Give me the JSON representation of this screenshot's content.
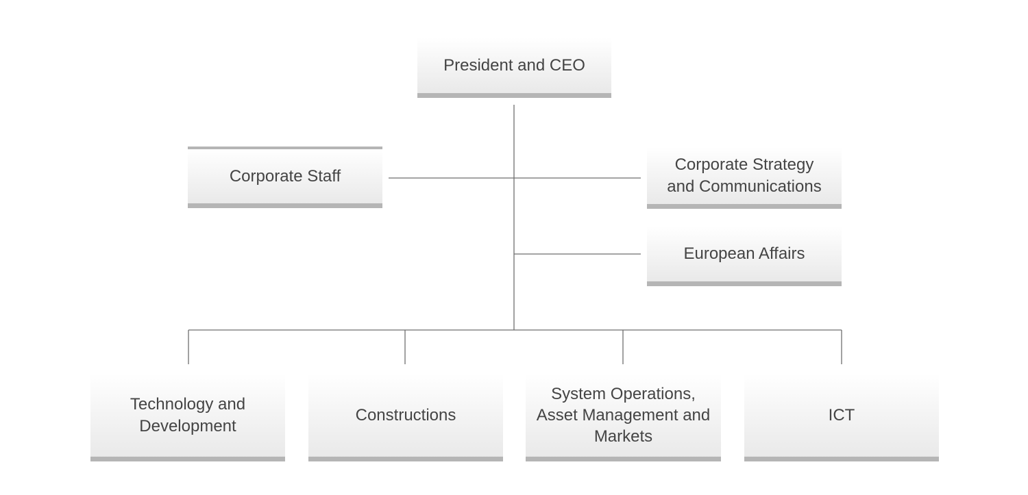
{
  "org_chart": {
    "ceo": {
      "label": "President and CEO"
    },
    "corporate_staff": {
      "label": "Corporate Staff"
    },
    "corporate_strategy": {
      "label": "Corporate Strategy\nand Communications"
    },
    "european_affairs": {
      "label": "European Affairs"
    },
    "divisions": [
      {
        "label": "Technology and\nDevelopment"
      },
      {
        "label": "Constructions"
      },
      {
        "label": "System Operations,\nAsset Management and\nMarkets"
      },
      {
        "label": "ICT"
      }
    ]
  },
  "colors": {
    "text": "#444444",
    "bar": "#b5b5b5",
    "connector": "#6e6e6e",
    "box_gradient_top": "#ffffff",
    "box_gradient_bottom": "#e9e9e9"
  }
}
